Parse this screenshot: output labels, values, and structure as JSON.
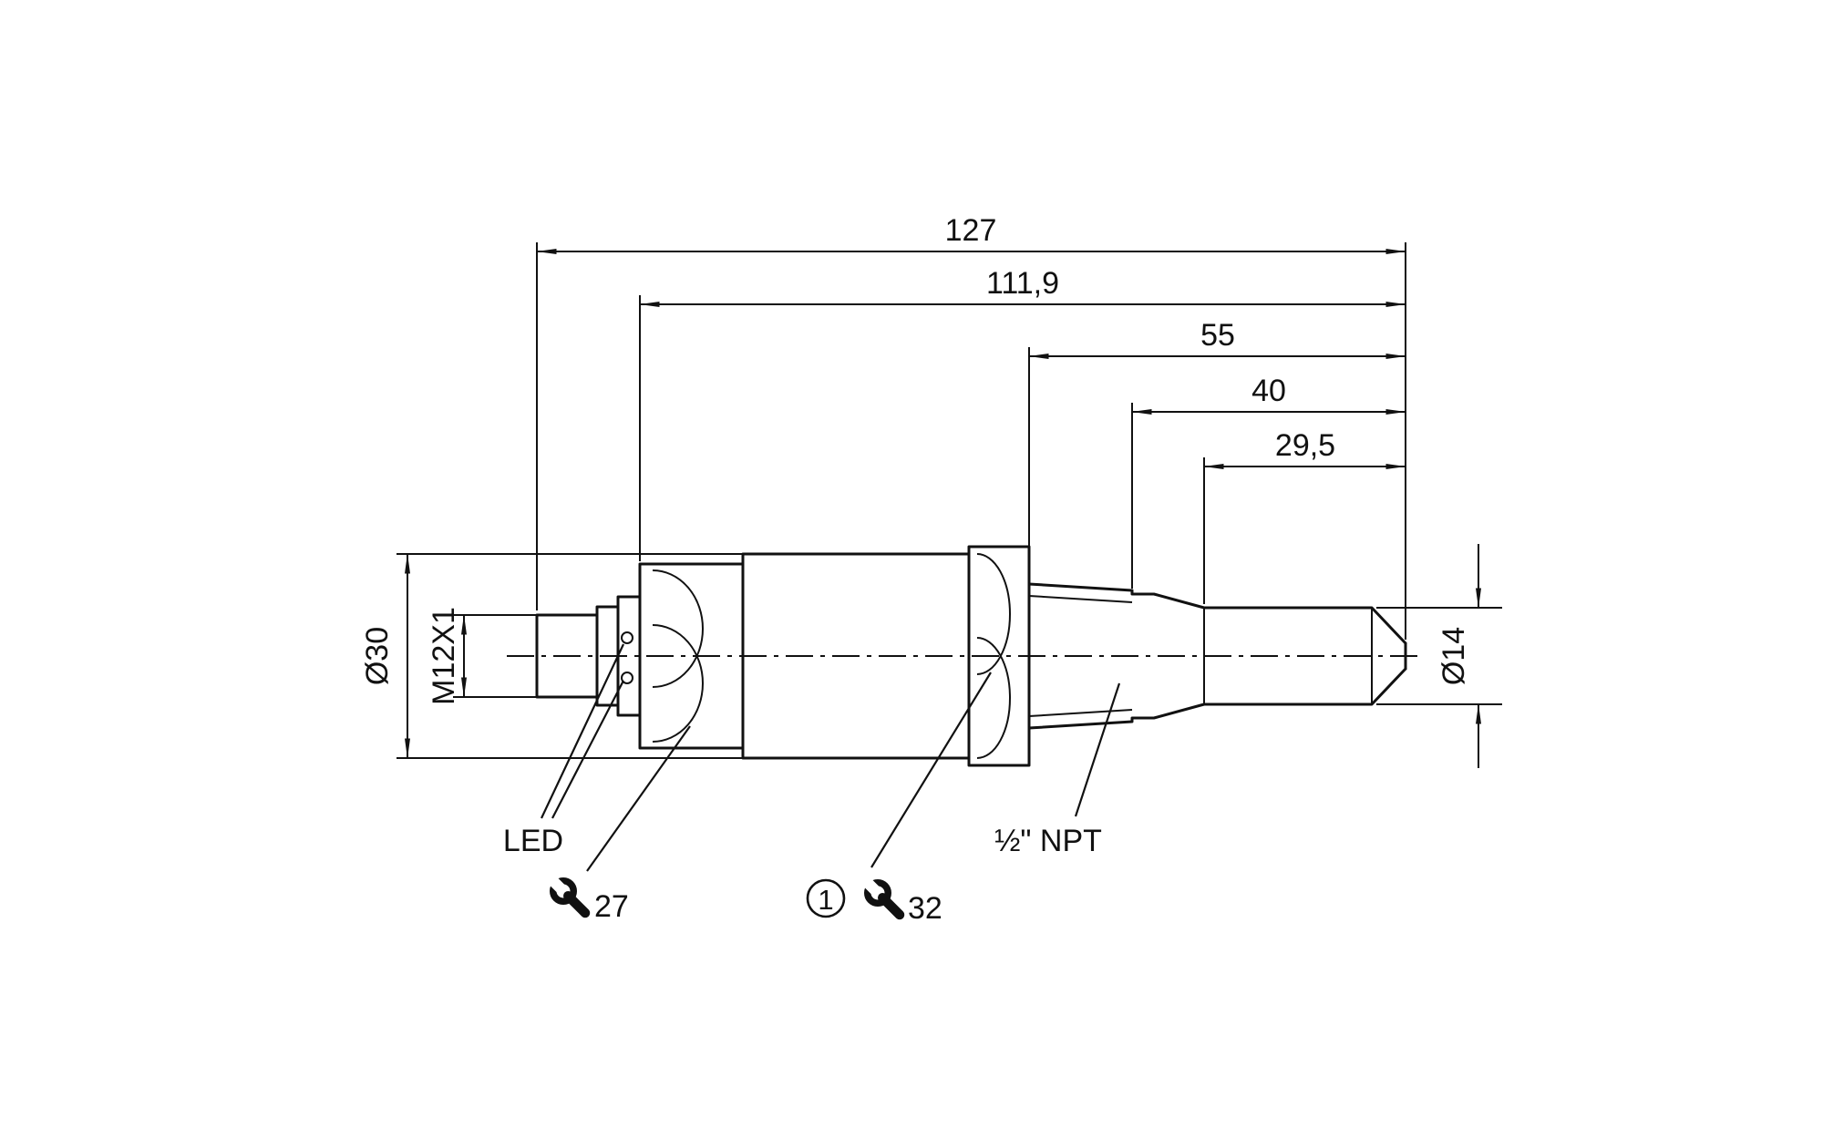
{
  "diagram": {
    "type": "technical-dimension-drawing",
    "dims": {
      "overall_length": "127",
      "rear_length": "111,9",
      "front_length": "55",
      "thread_length": "40",
      "probe_length": "29,5",
      "body_diameter": "Ø30",
      "connector_thread": "M12X1",
      "probe_diameter": "Ø14"
    },
    "callouts": {
      "led": "LED",
      "wrench_small": "27",
      "wrench_large": "32",
      "note_number": "1",
      "process_connection": "½\" NPT"
    }
  }
}
